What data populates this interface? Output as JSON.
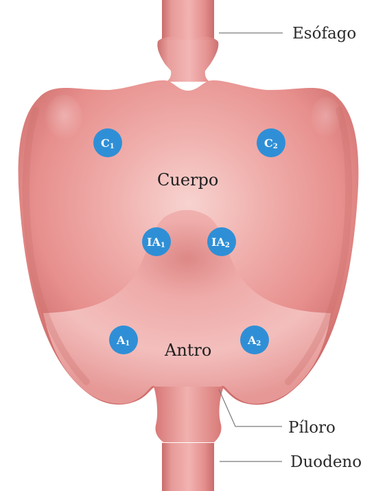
{
  "labels": {
    "esophagus": "Esófago",
    "body": "Cuerpo",
    "antrum": "Antro",
    "pylorus": "Píloro",
    "duodenum": "Duodeno"
  },
  "markers": {
    "c1": {
      "main": "C",
      "sub": "1"
    },
    "c2": {
      "main": "C",
      "sub": "2"
    },
    "ia1": {
      "main": "IA",
      "sub": "1"
    },
    "ia2": {
      "main": "IA",
      "sub": "2"
    },
    "a1": {
      "main": "A",
      "sub": "1"
    },
    "a2": {
      "main": "A",
      "sub": "2"
    }
  },
  "colors": {
    "stomach_body": "#e58d8d",
    "stomach_body_light": "#f3c2c0",
    "stomach_shadow": "#c76461",
    "antrum": "#f1b9b7",
    "antrum_center": "#df8b8b",
    "tube": "#dd8584",
    "marker": "#2f8fd6",
    "line": "#777777"
  }
}
